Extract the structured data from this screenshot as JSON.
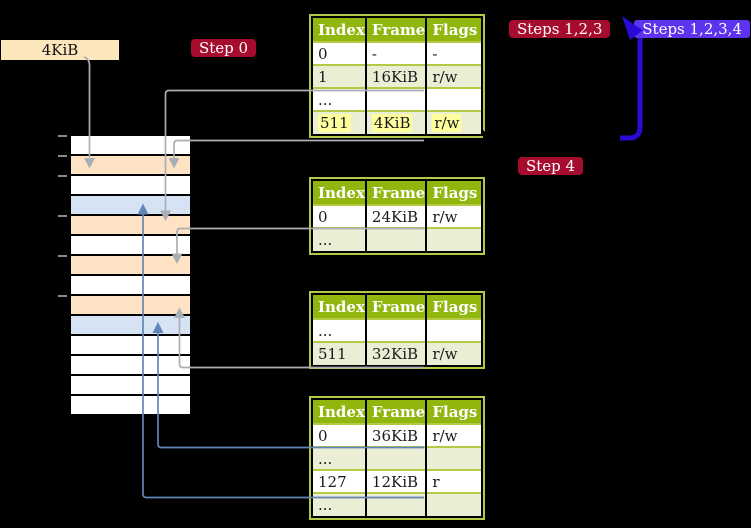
{
  "colors": {
    "background": "#000000",
    "badge-red": "#a60c2e",
    "badge-violet": "#5d33ee",
    "thick-arrow": "#2a0bd6",
    "gray-arrow": "#a9aeb4",
    "blue-arrow": "#6285b8",
    "header-green": "#91b70f",
    "border-green": "#b5c944",
    "shade-green": "#e9eed4",
    "highlight-yellow": "#ffff9e",
    "mem-white": "#ffffff",
    "mem-orange": "#fde2c4",
    "mem-blue": "#d5e3f5",
    "label-tan": "#fbe7bb",
    "tick-gray": "#8a8a8a",
    "cell-text": "#1a1a1a"
  },
  "labels": {
    "frame_box": "4KiB",
    "step0": "Step 0",
    "steps123": "Steps 1,2,3",
    "steps1234": "Steps 1,2,3,4",
    "step4": "Step 4"
  },
  "tables": [
    {
      "id": "level4",
      "columns": [
        "Index",
        "Frame",
        "Flags"
      ],
      "rows": [
        {
          "cells": [
            "0",
            "-",
            "-"
          ],
          "shade": false,
          "highlight": false
        },
        {
          "cells": [
            "1",
            "16KiB",
            "r/w"
          ],
          "shade": true,
          "highlight": false
        },
        {
          "cells": [
            "...",
            "",
            ""
          ],
          "shade": false,
          "highlight": false
        },
        {
          "cells": [
            "511",
            "4KiB",
            "r/w"
          ],
          "shade": true,
          "highlight": true
        }
      ]
    },
    {
      "id": "level3",
      "columns": [
        "Index",
        "Frame",
        "Flags"
      ],
      "rows": [
        {
          "cells": [
            "0",
            "24KiB",
            "r/w"
          ],
          "shade": false,
          "highlight": false
        },
        {
          "cells": [
            "...",
            "",
            ""
          ],
          "shade": true,
          "highlight": false
        }
      ]
    },
    {
      "id": "level2",
      "columns": [
        "Index",
        "Frame",
        "Flags"
      ],
      "rows": [
        {
          "cells": [
            "...",
            "",
            ""
          ],
          "shade": false,
          "highlight": false
        },
        {
          "cells": [
            "511",
            "32KiB",
            "r/w"
          ],
          "shade": true,
          "highlight": false
        }
      ]
    },
    {
      "id": "level1",
      "columns": [
        "Index",
        "Frame",
        "Flags"
      ],
      "rows": [
        {
          "cells": [
            "0",
            "36KiB",
            "r/w"
          ],
          "shade": false,
          "highlight": false
        },
        {
          "cells": [
            "...",
            "",
            ""
          ],
          "shade": true,
          "highlight": false
        },
        {
          "cells": [
            "127",
            "12KiB",
            "r"
          ],
          "shade": false,
          "highlight": false
        },
        {
          "cells": [
            "...",
            "",
            ""
          ],
          "shade": true,
          "highlight": false
        }
      ]
    }
  ],
  "memory_rows": [
    "white",
    "orange",
    "white",
    "blue",
    "orange",
    "white",
    "orange",
    "white",
    "orange",
    "blue",
    "white",
    "white",
    "white",
    "white"
  ],
  "ticks_y": [
    135,
    155,
    175,
    215,
    255,
    295
  ]
}
